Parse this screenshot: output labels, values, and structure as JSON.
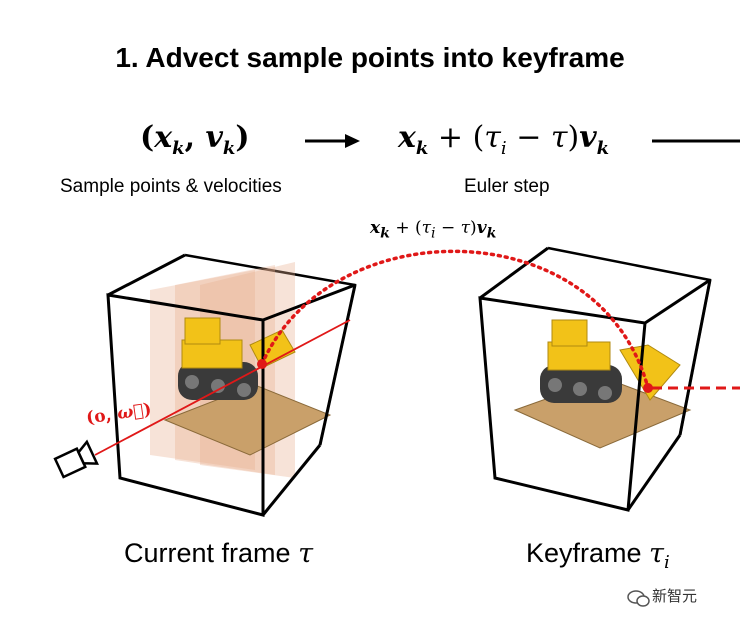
{
  "title": "1. Advect sample points into keyframe",
  "math": {
    "pair": "(x_k, v_k)",
    "euler": "x_k + (τ_i − τ)v_k",
    "arc_label": "x_k + (τ_i − τ)v_k",
    "ray": "(o, ω)"
  },
  "captions": {
    "sample": "Sample points & velocities",
    "euler": "Euler step"
  },
  "frames": {
    "current": "Current frame τ",
    "keyframe": "Keyframe τ_i"
  },
  "watermark": "新智元",
  "colors": {
    "ray": "#e01818",
    "arc": "#e01818",
    "plane": "#e8b090",
    "bulldozer": "#f2c218"
  }
}
